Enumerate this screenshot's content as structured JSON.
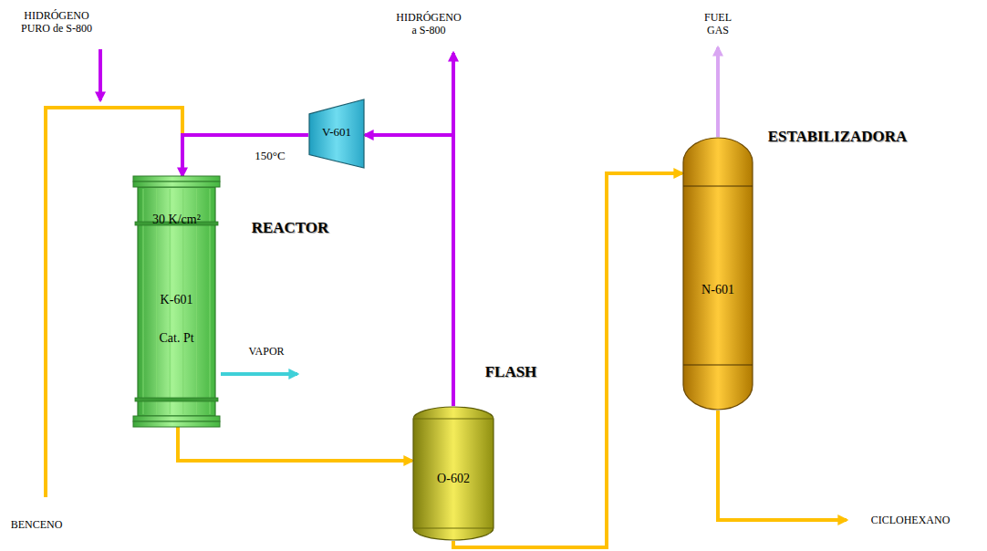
{
  "diagram": {
    "nodes": [
      {
        "text": [
          "30 K/cm²",
          "K-601",
          "Cat. Pt"
        ]
      },
      {
        "text": [
          "V-601"
        ]
      },
      {
        "text": [
          "O-602"
        ]
      },
      {
        "text": [
          "N-601"
        ]
      }
    ],
    "edges": [
      {
        "from": 0,
        "to": 2,
        "arrow": "to"
      },
      {
        "from": 2,
        "to": 1,
        "arrow": "to"
      },
      {
        "from": 1,
        "to": 0,
        "arrow": "to"
      },
      {
        "from": 2,
        "to": 3,
        "arrow": "to"
      }
    ],
    "labels": [
      "HIDRÓGENO PURO de S-800",
      "BENCENO",
      "150°C",
      "REACTOR",
      "VAPOR",
      "HIDRÓGENO a S-800",
      "FLASH",
      "FUEL GAS",
      "ESTABILIZADORA",
      "CICLOHEXANO"
    ]
  }
}
